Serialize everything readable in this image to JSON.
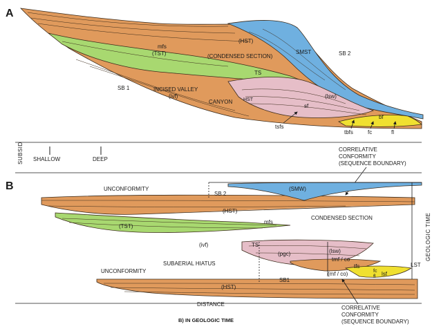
{
  "colors": {
    "highstand": "#e09a5c",
    "transgressive": "#a8d870",
    "lowstand_wedge": "#e6bec8",
    "shelf_margin": "#6fb0e0",
    "basin_floor": "#f0e030",
    "line": "#3a2a1a"
  },
  "panel_a": {
    "letter": "A",
    "labels": {
      "hst": "(HST)",
      "mfs": "mfs",
      "tst": "(TST)",
      "condensed": "(CONDENSED SECTION)",
      "smst": "SMST",
      "sb2": "SB 2",
      "ts": "TS",
      "sb1": "SB 1",
      "incised_valley": "INCISED VALLEY",
      "ivf": "(ivf)",
      "canyon": "CANYON",
      "hst2": "HST",
      "lsw": "(lsw)",
      "sf": "sf",
      "bf": "bf",
      "tsfs": "tsfs",
      "tbfs": "tbfs",
      "fc": "fc",
      "fl": "fl"
    }
  },
  "scale": {
    "subsid": "SUBSID",
    "shallow": "SHALLOW",
    "deep": "DEEP",
    "correlative": [
      "CORRELATIVE",
      "CONFORMITY",
      "(SEQUENCE BOUNDARY)"
    ]
  },
  "panel_b": {
    "letter": "B",
    "labels": {
      "unconformity_top": "UNCONFORMITY",
      "sb2": "SB 2",
      "smw": "(SMW)",
      "hst": "(HST)",
      "condensed": "CONDENSED SECTION",
      "tst": "(TST)",
      "mfs": "mfs",
      "ivf": "(ivf)",
      "ts": "TS",
      "pgc": "(pgc)",
      "lsw": "(lsw)",
      "tmf_co": "tmf / co",
      "tfs": "tfs",
      "subaerial": "SUBAERIAL HIATUS",
      "unconformity_low": "UNCONFORMITY",
      "hst_low": "(HST)",
      "sb1": "SB1",
      "mf_co": "(mf / co)",
      "fc": "fc",
      "fl": "fl",
      "lsf": "lsf",
      "lst": "LST",
      "geologic_time": "GEOLOGIC TIME",
      "distance": "DISTANCE",
      "caption": "B) IN GEOLOGIC TIME",
      "correlative": [
        "CORRELATIVE",
        "CONFORMITY",
        "(SEQUENCE BOUNDARY)"
      ]
    }
  }
}
